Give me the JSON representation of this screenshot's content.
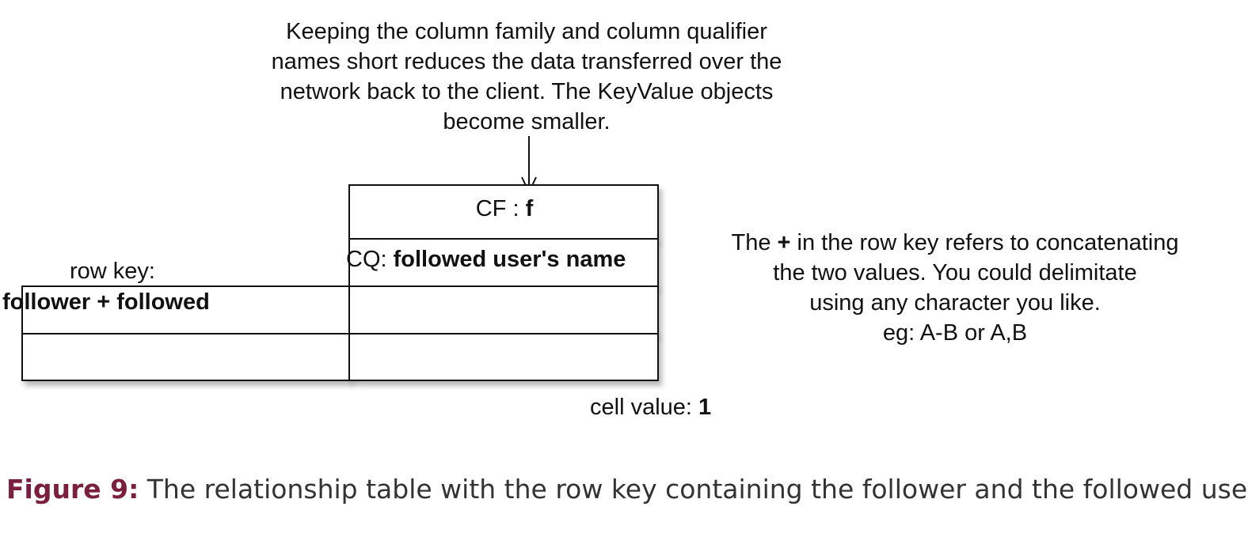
{
  "notes": {
    "top": [
      "Keeping the column family and column qualifier",
      "names short reduces the data transferred over the",
      "network back to the client. The KeyValue objects",
      "become smaller."
    ],
    "right_line1_before": "The ",
    "right_line1_bold": "+",
    "right_line1_after": " in the row key refers to concatenating",
    "right_lines": [
      "the two values. You could delimitate",
      "using any character you like.",
      "eg: A-B or A,B"
    ]
  },
  "table": {
    "cf_prefix": "CF : ",
    "cf_name": "f",
    "cq_prefix": "CQ: ",
    "cq_name": "followed user's name",
    "rowkey_caption": "row key:",
    "rowkey_value": "follower + followed",
    "cell_value_prefix": "cell value: ",
    "cell_value": "1"
  },
  "caption": {
    "label": "Figure 9:",
    "text": " The relationship table with the row key containing the follower and the followed user"
  },
  "colors": {
    "line": "#111111",
    "caption_label": "#7a1f3d",
    "caption_text": "#333333"
  }
}
